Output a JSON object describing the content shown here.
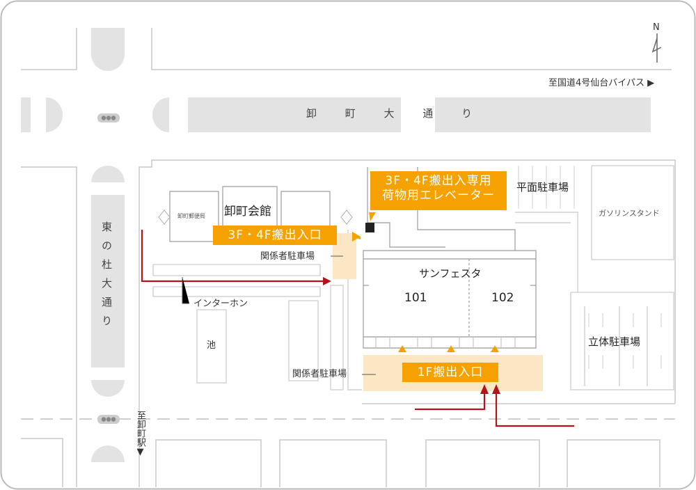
{
  "map": {
    "north_label": "N",
    "bypass_label": "至国道4号仙台バイパス ▶",
    "road_main": "卸 町 大 通 り",
    "road_vertical": "東の杜大通り",
    "station_label": "至卸町駅▼",
    "post_office": "卸町郵便局",
    "hall": "卸町会館",
    "intercom": "インターホン",
    "pond": "池",
    "staff_parking_top": "関係者駐車場",
    "staff_parking_bottom": "関係者駐車場",
    "building": "サンフェスタ",
    "room_101": "101",
    "room_102": "102",
    "flat_parking": "平面駐車場",
    "gas_station": "ガソリンスタンド",
    "multi_parking": "立体駐車場",
    "entrance_3f4f": "3F・4F搬出入口",
    "elevator_line1": "3F・4F搬出入専用",
    "elevator_line2": "荷物用エレベーター",
    "entrance_1f": "1F搬出入口",
    "colors": {
      "accent_orange": "#f5a200",
      "route_red": "#b5121b",
      "road_gray": "#e3e3e3",
      "highlight_zone": "#fbe7c4"
    }
  }
}
